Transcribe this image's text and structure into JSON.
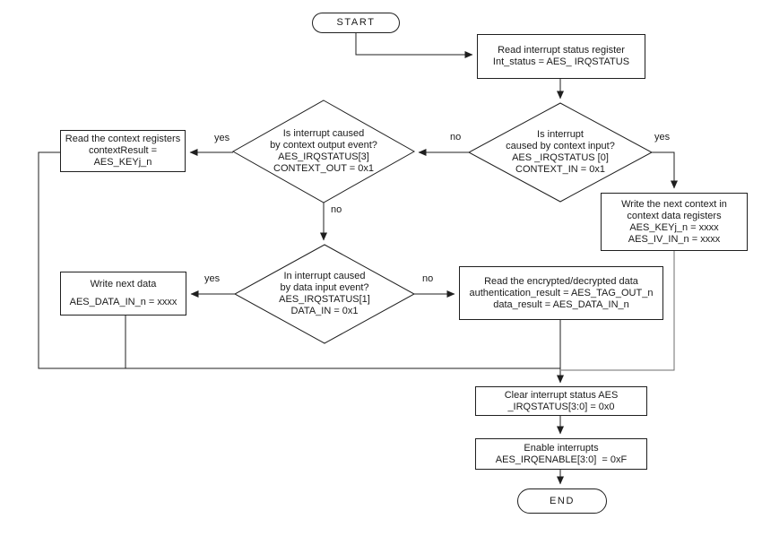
{
  "nodes": {
    "start": {
      "label": "START"
    },
    "read_status": {
      "lines": [
        "Read interrupt status register",
        "Int_status = AES_ IRQSTATUS"
      ]
    },
    "context_in_decision": {
      "lines": [
        "Is interrupt",
        "caused by context input?",
        "AES _IRQSTATUS [0]",
        "CONTEXT_IN = 0x1"
      ]
    },
    "write_context": {
      "lines": [
        "Write the next context in",
        "context data registers",
        "AES_KEYj_n = xxxx",
        "AES_IV_IN_n = xxxx"
      ]
    },
    "context_out_decision": {
      "lines": [
        "Is interrupt caused",
        "by context output event?",
        "AES_IRQSTATUS[3]",
        "CONTEXT_OUT = 0x1"
      ]
    },
    "read_context": {
      "lines": [
        "Read the context registers",
        "contextResult =",
        "AES_KEYj_n"
      ]
    },
    "data_in_decision": {
      "lines": [
        "In interrupt caused",
        "by data input event?",
        "AES_IRQSTATUS[1]",
        "DATA_IN = 0x1"
      ]
    },
    "write_data": {
      "lines": [
        "Write next data",
        "AES_DATA_IN_n = xxxx"
      ]
    },
    "read_data": {
      "lines": [
        "Read the encrypted/decrypted data",
        "authentication_result = AES_TAG_OUT_n",
        "data_result = AES_DATA_IN_n"
      ]
    },
    "clear_irq": {
      "lines": [
        "Clear interrupt status AES",
        "_IRQSTATUS[3:0] = 0x0"
      ]
    },
    "enable_irq": {
      "lines": [
        "Enable interrupts",
        "AES_IRQENABLE[3:0]  = 0xF"
      ]
    },
    "end": {
      "label": "END"
    }
  },
  "edge_labels": {
    "context_in_yes": "yes",
    "context_in_no": "no",
    "context_out_yes": "yes",
    "context_out_no": "no",
    "data_in_yes": "yes",
    "data_in_no": "no"
  },
  "colors": {
    "line": "#1a1a1a",
    "background": "#ffffff",
    "text": "#1a1a1a"
  }
}
